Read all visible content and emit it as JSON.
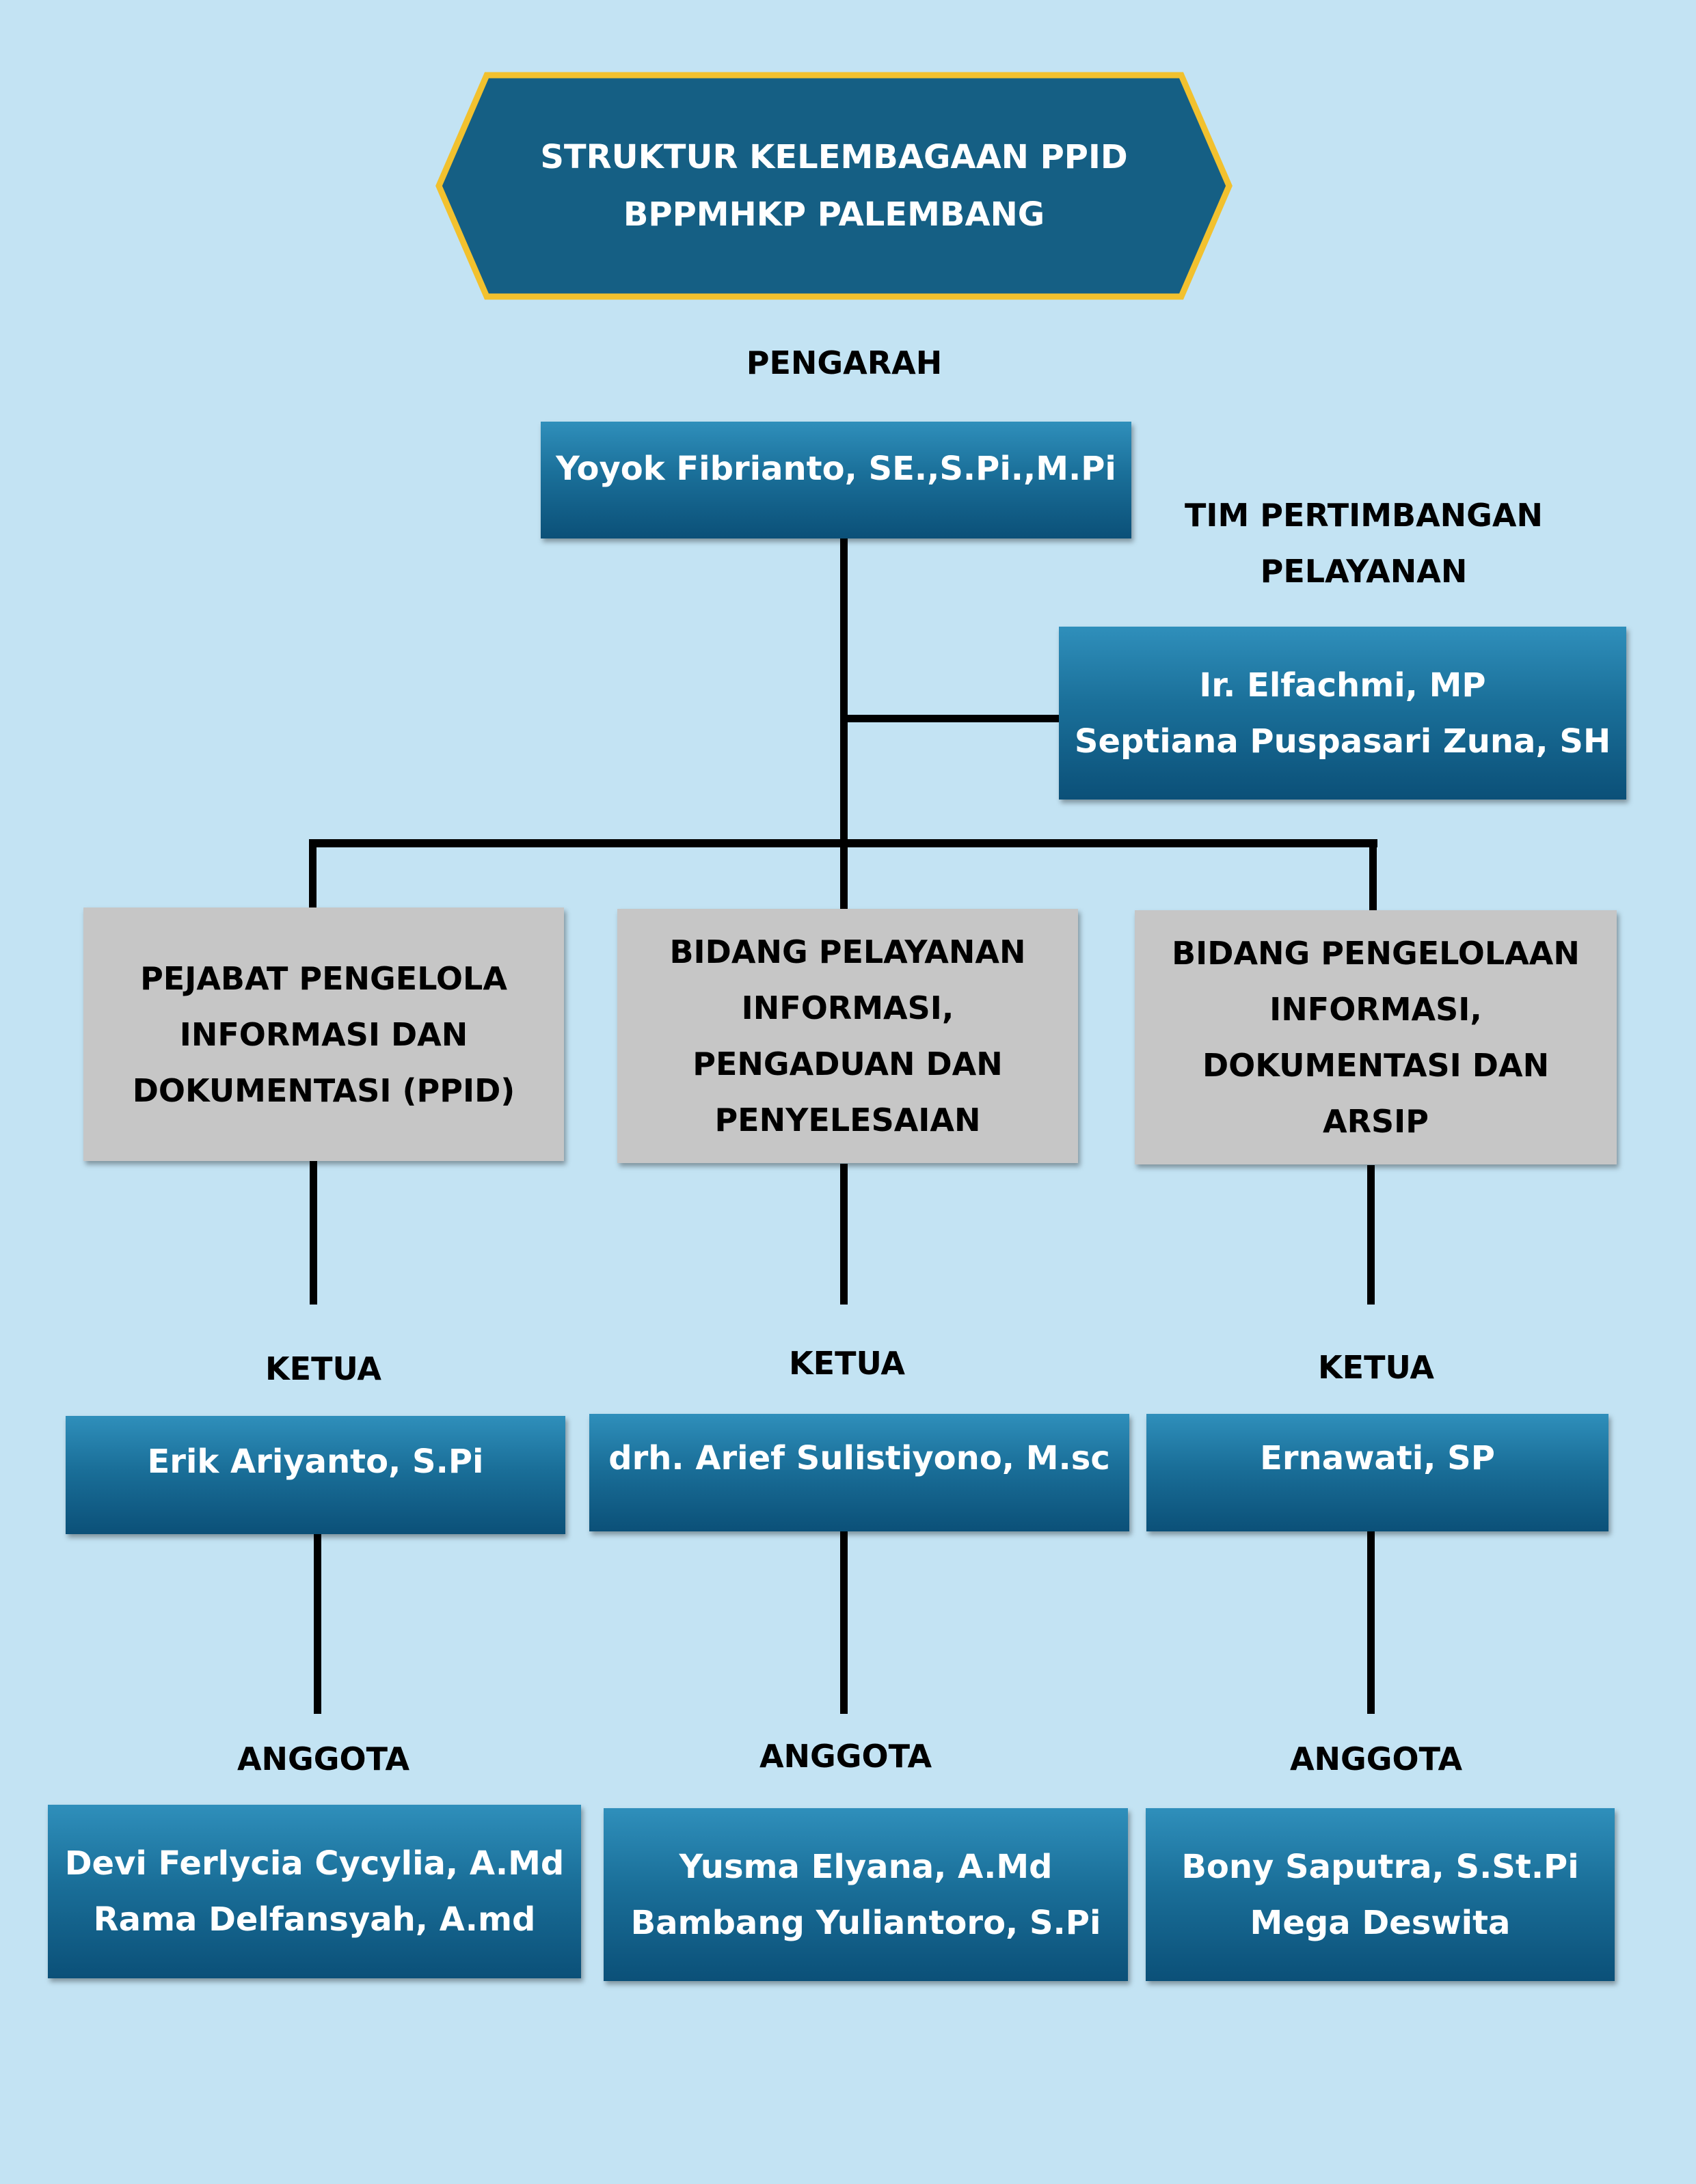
{
  "title": {
    "line1": "STRUKTUR KELEMBAGAAN PPID",
    "line2": "BPPMHKP PALEMBANG"
  },
  "pengarah": {
    "label": "PENGARAH",
    "name": "Yoyok Fibrianto, SE.,S.Pi.,M.Pi"
  },
  "tim": {
    "label_line1": "TIM PERTIMBANGAN",
    "label_line2": "PELAYANAN",
    "member1": "Ir. Elfachmi, MP",
    "member2": "Septiana Puspasari Zuna, SH"
  },
  "units": [
    {
      "lines": [
        "PEJABAT PENGELOLA",
        "INFORMASI DAN",
        "DOKUMENTASI (PPID)"
      ],
      "ketua_label": "KETUA",
      "ketua": "Erik Ariyanto, S.Pi",
      "anggota_label": "ANGGOTA",
      "anggota": [
        "Devi Ferlycia Cycylia, A.Md",
        "Rama Delfansyah, A.md"
      ]
    },
    {
      "lines": [
        "BIDANG PELAYANAN",
        "INFORMASI,",
        "PENGADUAN DAN",
        "PENYELESAIAN"
      ],
      "ketua_label": "KETUA",
      "ketua": "drh. Arief Sulistiyono, M.sc",
      "anggota_label": "ANGGOTA",
      "anggota": [
        "Yusma Elyana, A.Md",
        "Bambang Yuliantoro, S.Pi"
      ]
    },
    {
      "lines": [
        "BIDANG PENGELOLAAN",
        "INFORMASI,",
        "DOKUMENTASI DAN",
        "ARSIP"
      ],
      "ketua_label": "KETUA",
      "ketua": "Ernawati, SP",
      "anggota_label": "ANGGOTA",
      "anggota": [
        "Bony Saputra, S.St.Pi",
        "Mega Deswita"
      ]
    }
  ]
}
